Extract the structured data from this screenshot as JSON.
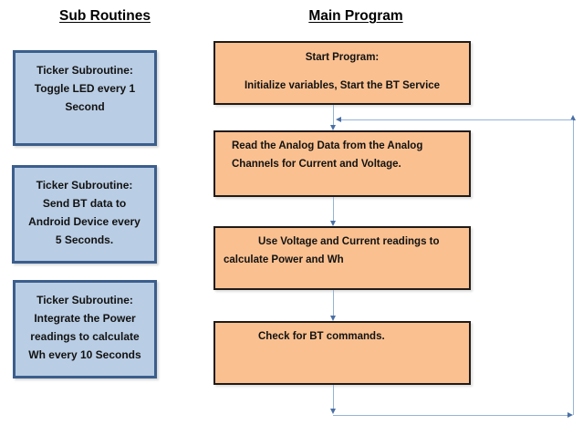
{
  "headers": {
    "sub_routines": "Sub Routines",
    "main_program": "Main Program"
  },
  "subroutines": [
    {
      "text": "Ticker Subroutine:\nToggle LED every 1\nSecond"
    },
    {
      "text": "Ticker Subroutine:\nSend BT data to\nAndroid Device every\n5 Seconds."
    },
    {
      "text": "Ticker Subroutine:\nIntegrate the Power\nreadings to calculate\nWh every 10 Seconds"
    }
  ],
  "main_steps": [
    {
      "title": "Start Program:",
      "body": "Initialize variables, Start the BT Service"
    },
    {
      "text": "Read the Analog Data from the Analog\nChannels for Current and Voltage."
    },
    {
      "text": "Use Voltage and Current readings to\ncalculate Power and Wh"
    },
    {
      "text": "Check for BT commands."
    }
  ],
  "colors": {
    "sub_box_fill": "#b9cde4",
    "sub_box_border": "#3b5e8c",
    "main_box_fill": "#fac090",
    "main_box_border": "#201b18",
    "connector_line": "#95b3d7",
    "arrowhead": "#4a6fa5",
    "text": "#121212",
    "background": "#ffffff"
  }
}
